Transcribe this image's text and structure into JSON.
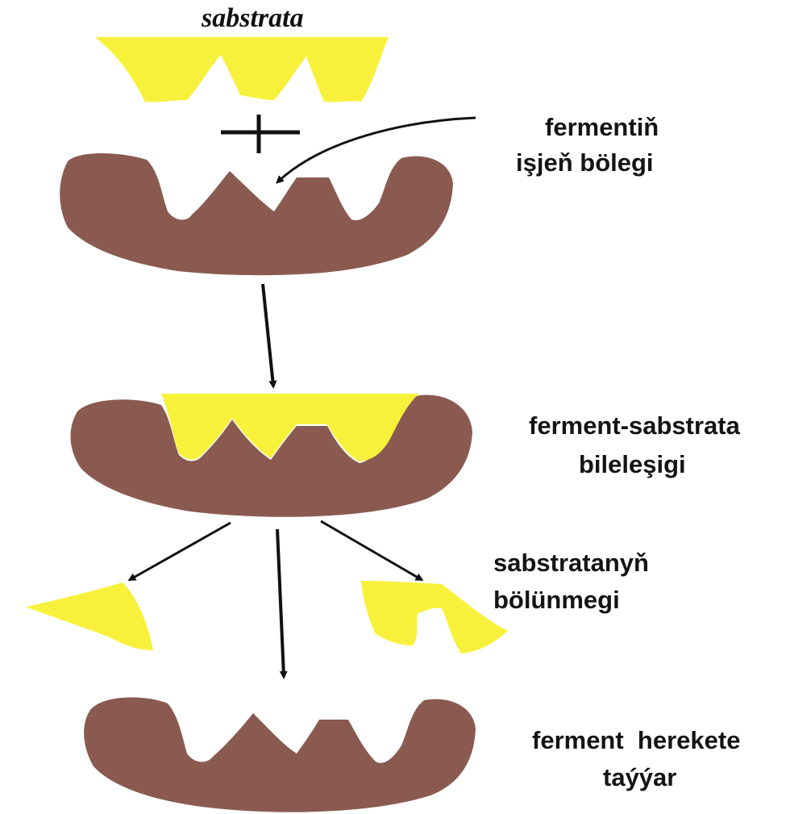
{
  "title": "sabstrata",
  "labels": {
    "active_site_line1": "fermentiň",
    "active_site_line2": "işjeň bölegi",
    "complex_line1": "ferment-sabstrata",
    "complex_line2": "bileleşigi",
    "splitting_line1": "sabstratanyň",
    "splitting_line2": "bölünmegi",
    "ready_line1": "ferment  herekete",
    "ready_line2": "taýýar"
  },
  "colors": {
    "substrate": "#f8f13c",
    "enzyme": "#8a5a50",
    "arrow": "#111111",
    "text": "#141414",
    "background": "#ffffff"
  }
}
